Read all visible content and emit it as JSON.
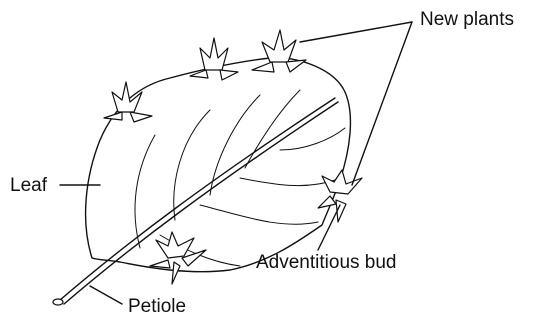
{
  "labels": {
    "new_plants": "New plants",
    "leaf": "Leaf",
    "adventitious_bud": "Adventitious bud",
    "petiole": "Petiole"
  },
  "colors": {
    "ink": "#111111",
    "shade_dark": "#1a1a1a",
    "shade_mid": "#9a9a9a",
    "shade_light": "#cfcfcf",
    "background": "#ffffff"
  }
}
